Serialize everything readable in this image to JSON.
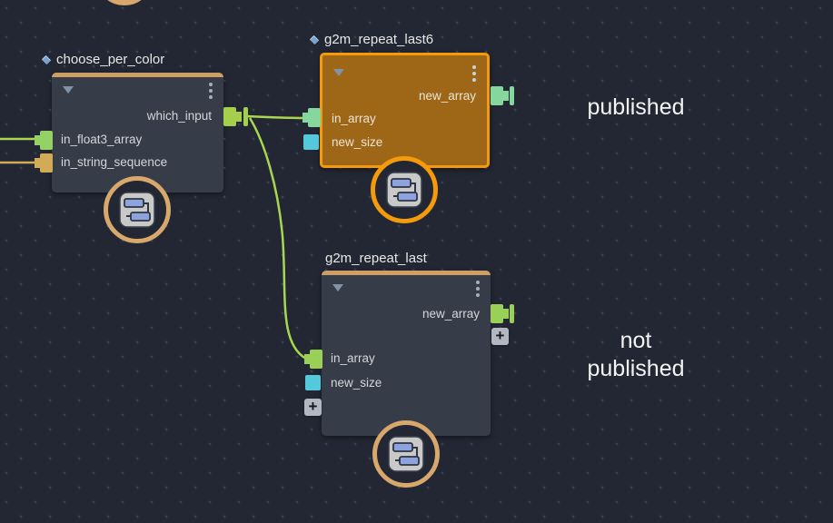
{
  "canvas": {
    "background": "#222733",
    "dot_color": "#3c4454",
    "annotations": [
      {
        "lines": [
          "published"
        ]
      },
      {
        "lines": [
          "not",
          "published"
        ]
      }
    ]
  },
  "colors": {
    "wire_green": "#a8d74f",
    "wire_tan": "#d3ab57",
    "node_body": "#363d49",
    "node_header_bar": "#cf9e63",
    "selected_body": "#9d6717",
    "selected_border": "#f59a0b",
    "badge_ring_published": "#f59a0b",
    "badge_ring_default": "#d7a76c",
    "port_which_input": "#a3cf4c",
    "port_float3_array": "#94d266",
    "port_string_sequence": "#d3ab57",
    "port_array_mint": "#85d79d",
    "port_array_green": "#9ad058",
    "port_new_size": "#55c9dc"
  },
  "icons": {
    "plus_glyph": "+"
  },
  "nodes": [
    {
      "title": "choose_per_color",
      "has_instance_diamond": true,
      "published": false,
      "selected": false,
      "outputs": [
        {
          "name": "which_input",
          "color": "#a3cf4c",
          "connected": true
        }
      ],
      "inputs": [
        {
          "name": "in_float3_array",
          "color": "#94d266",
          "connected": true
        },
        {
          "name": "in_string_sequence",
          "color": "#d3ab57",
          "connected": true
        }
      ]
    },
    {
      "title": "g2m_repeat_last6",
      "has_instance_diamond": true,
      "published": true,
      "selected": true,
      "outputs": [
        {
          "name": "new_array",
          "color": "#85d79d",
          "connected": true
        }
      ],
      "inputs": [
        {
          "name": "in_array",
          "color": "#85d79d",
          "connected": true
        },
        {
          "name": "new_size",
          "color": "#55c9dc",
          "connected": false
        }
      ]
    },
    {
      "title": "g2m_repeat_last",
      "has_instance_diamond": false,
      "published": false,
      "selected": false,
      "outputs": [
        {
          "name": "new_array",
          "color": "#9ad058",
          "connected": true
        }
      ],
      "inputs": [
        {
          "name": "in_array",
          "color": "#9ad058",
          "connected": true
        },
        {
          "name": "new_size",
          "color": "#55c9dc",
          "connected": false
        }
      ]
    }
  ]
}
